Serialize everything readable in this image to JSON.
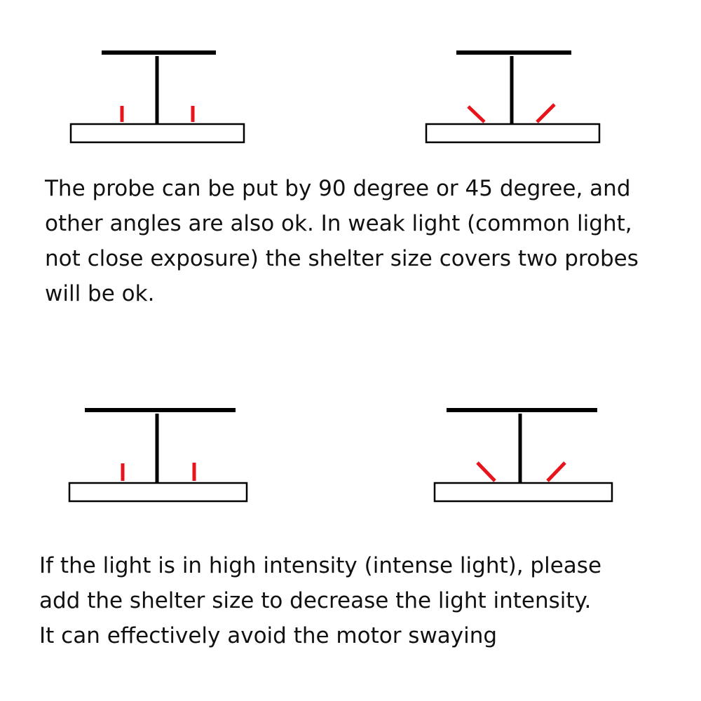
{
  "captions": {
    "top": {
      "lines": [
        "The probe can be put by 90 degree or 45 degree, and",
        "other angles are also ok. In weak  light (common light,",
        "not close exposure) the shelter size covers two probes",
        "will be ok."
      ]
    },
    "bottom": {
      "lines": [
        "If the light is in high intensity (intense light), please",
        "add the shelter size to decrease the light intensity.",
        "It can effectively avoid the motor swaying"
      ]
    }
  },
  "diagrams": [
    {
      "probe_angle_deg": 90,
      "shelter": "small"
    },
    {
      "probe_angle_deg": 45,
      "shelter": "small"
    },
    {
      "probe_angle_deg": 90,
      "shelter": "large"
    },
    {
      "probe_angle_deg": 45,
      "shelter": "large"
    }
  ],
  "colors": {
    "structure": "#000000",
    "probe": "#e8141c",
    "text": "#111111",
    "background": "#ffffff"
  }
}
